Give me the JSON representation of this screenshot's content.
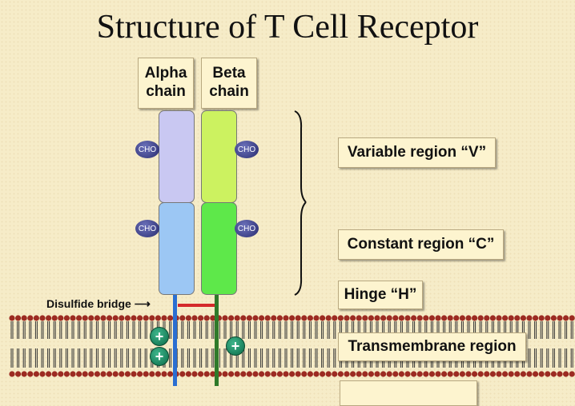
{
  "title": "Structure of T Cell Receptor",
  "chains": {
    "alpha": {
      "label": "Alpha\nchain",
      "variable_color": "#c9c8f2",
      "constant_color": "#9cc7f4",
      "stalk_color": "#2b6fd1"
    },
    "beta": {
      "label": "Beta\nchain",
      "variable_color": "#ccf260",
      "constant_color": "#5ee84a",
      "stalk_color": "#2f7a2a"
    }
  },
  "glycan_label": "CHO",
  "disulfide": {
    "label": "Disulfide bridge",
    "color": "#d42a2a"
  },
  "regions": {
    "variable": "Variable region “V”",
    "constant": "Constant region “C”",
    "hinge": "Hinge “H”",
    "transmembrane": "Transmembrane region"
  },
  "membrane": {
    "head_color": "#9c2b22",
    "tail_color": "#333333"
  }
}
